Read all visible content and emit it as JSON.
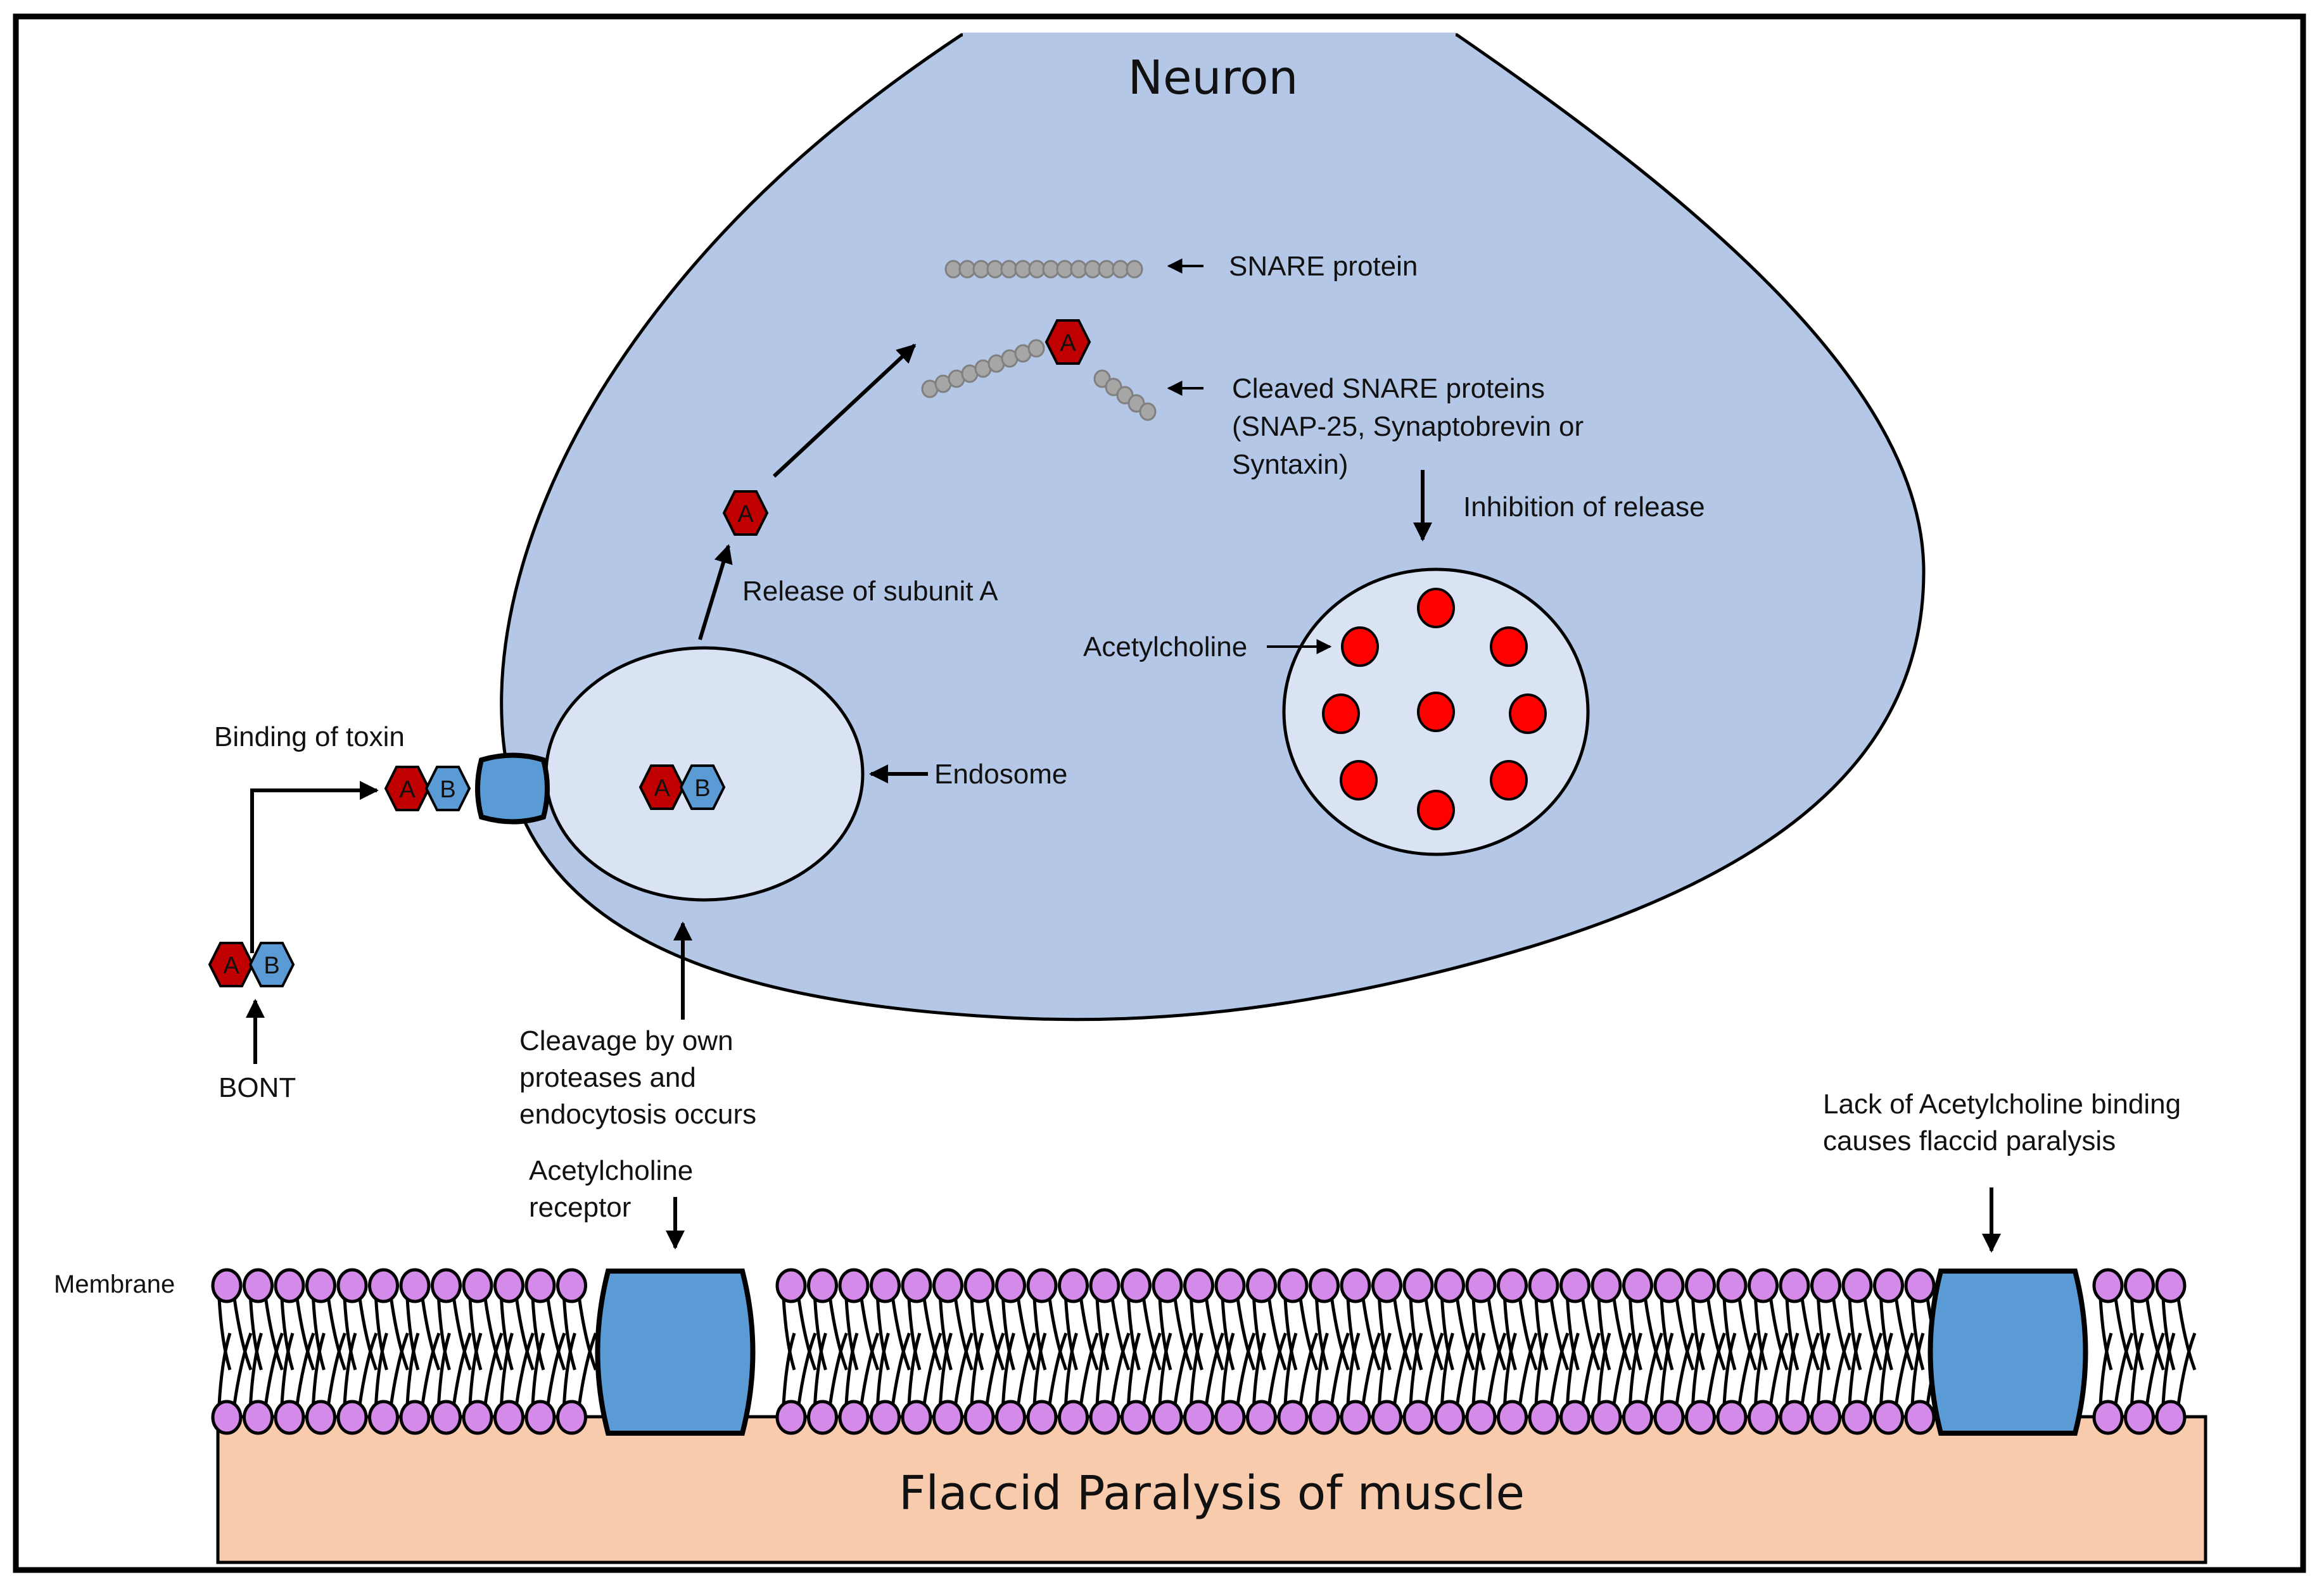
{
  "title": "Neuron",
  "muscle_label": "Flaccid Paralysis of muscle",
  "labels": {
    "snare_protein": "SNARE protein",
    "cleaved_snare": [
      "Cleaved SNARE proteins",
      "(SNAP-25, Synaptobrevin or",
      "Syntaxin)"
    ],
    "inhibition": "Inhibition of release",
    "release_subunit": "Release of subunit A",
    "acetylcholine": "Acetylcholine",
    "binding": "Binding of toxin",
    "endosome": "Endosome",
    "bont": "BONT",
    "cleavage": [
      "Cleavage by own",
      "proteases and",
      "endocytosis occurs"
    ],
    "ach_receptor": [
      "Acetylcholine",
      "receptor"
    ],
    "lack_binding": [
      "Lack of Acetylcholine binding",
      "causes flaccid paralysis"
    ],
    "membrane": "Membrane"
  },
  "subunits": {
    "a": "A",
    "b": "B"
  },
  "colors": {
    "neuron_fill": "#b4c7e7",
    "endosome_fill": "#dae3f3",
    "subunit_a": "#c00000",
    "subunit_b": "#5b9bd5",
    "receptor": "#5b9bd5",
    "acetylcholine": "#ff0000",
    "lipid_head": "#d48ae8",
    "muscle": "#f8cbad",
    "snare": "#a6a6a6"
  },
  "vesicle": {
    "acetylcholine_count": 9
  },
  "snare": {
    "intact_beads": 14,
    "cleaved_left_beads": 9,
    "cleaved_right_beads": 5
  }
}
